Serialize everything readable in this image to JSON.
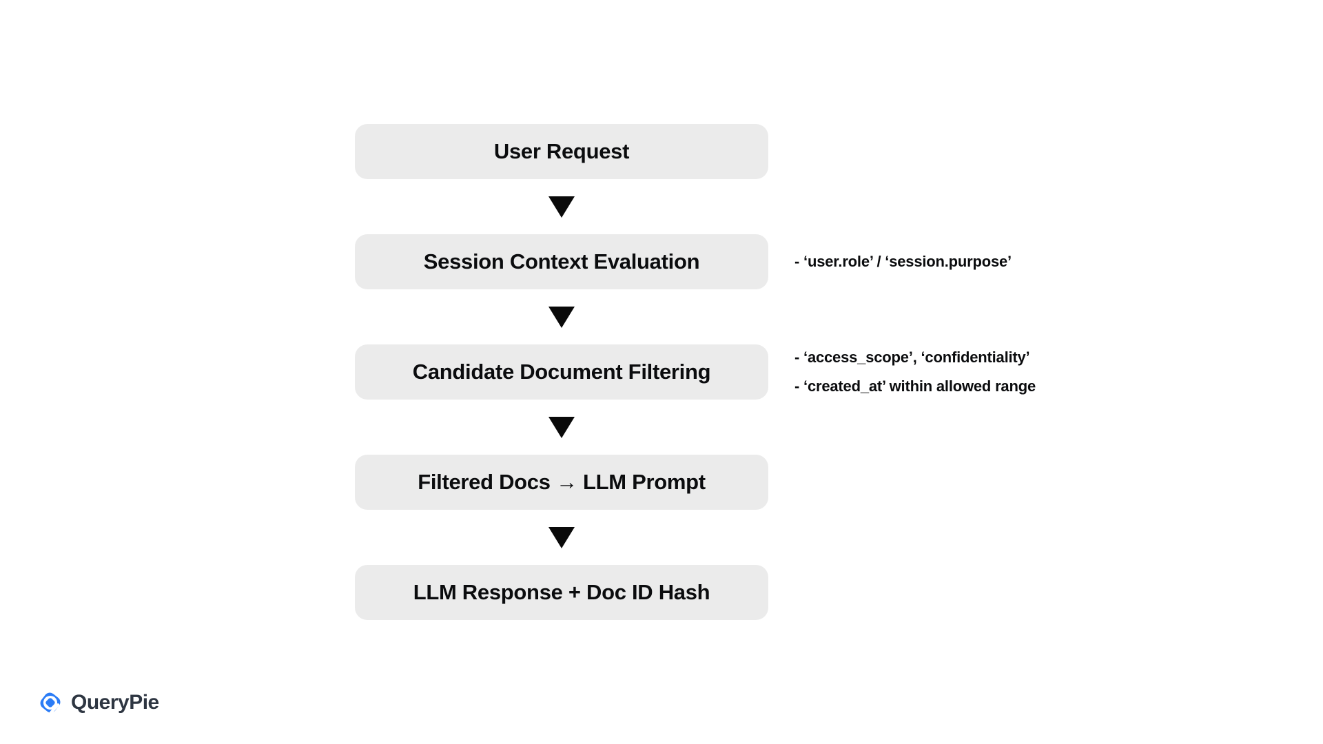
{
  "flow": {
    "steps": [
      {
        "label": "User Request",
        "annotations": []
      },
      {
        "label": "Session Context Evaluation",
        "annotations": [
          "- ‘user.role’ / ‘session.purpose’"
        ]
      },
      {
        "label": "Candidate Document Filtering",
        "annotations": [
          "- ‘access_scope’, ‘confidentiality’",
          "- ‘created_at’ within allowed range"
        ]
      },
      {
        "label": "Filtered Docs → LLM Prompt",
        "annotations": []
      },
      {
        "label": "LLM Response + Doc ID Hash",
        "annotations": []
      }
    ]
  },
  "branding": {
    "logo_text": "QueryPie"
  },
  "icons": {
    "arrow_down": "triangle-down-icon",
    "logo_mark": "querypie-logo-icon"
  },
  "colors": {
    "background": "#FFFFFF",
    "box_fill": "#EBEBEB",
    "text": "#0B0C0E",
    "arrow": "#0A0A0A",
    "logo_blue": "#2B7CF6",
    "logo_text_color": "#2E3642"
  }
}
